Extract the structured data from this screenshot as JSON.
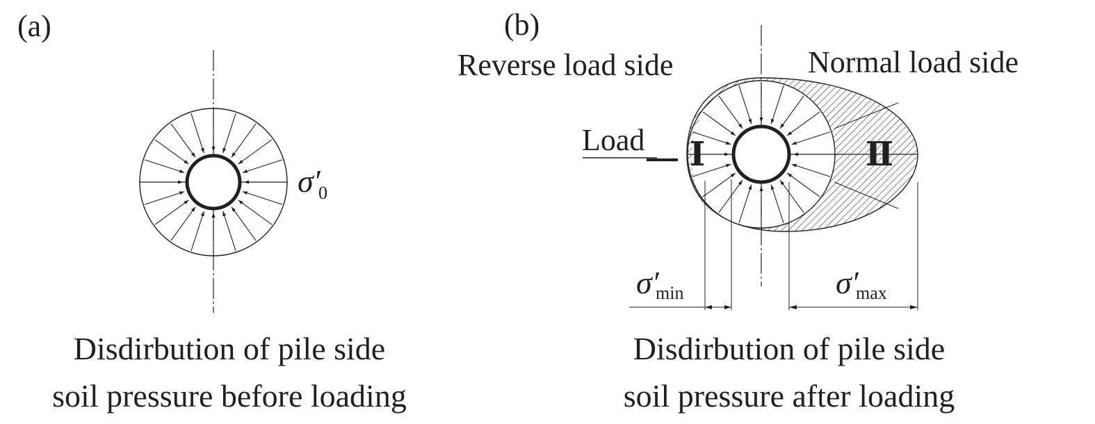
{
  "panel_a": {
    "label": "(a)",
    "sigma_symbol": "σ′",
    "sigma_subscript": "0",
    "caption_line1": "Disdirbution of pile side",
    "caption_line2": "soil pressure before loading"
  },
  "panel_b": {
    "label": "(b)",
    "reverse_side_label": "Reverse load side",
    "normal_side_label": "Normal load side",
    "load_label": "Load",
    "region_1": "Ⅰ",
    "region_2": "Ⅱ",
    "sigma_min_symbol": "σ′",
    "sigma_min_subscript": "min",
    "sigma_max_symbol": "σ′",
    "sigma_max_subscript": "max",
    "caption_line1": "Disdirbution of pile side",
    "caption_line2": "soil pressure after loading"
  },
  "colors": {
    "ink": "#231f20",
    "background": "#ffffff"
  }
}
